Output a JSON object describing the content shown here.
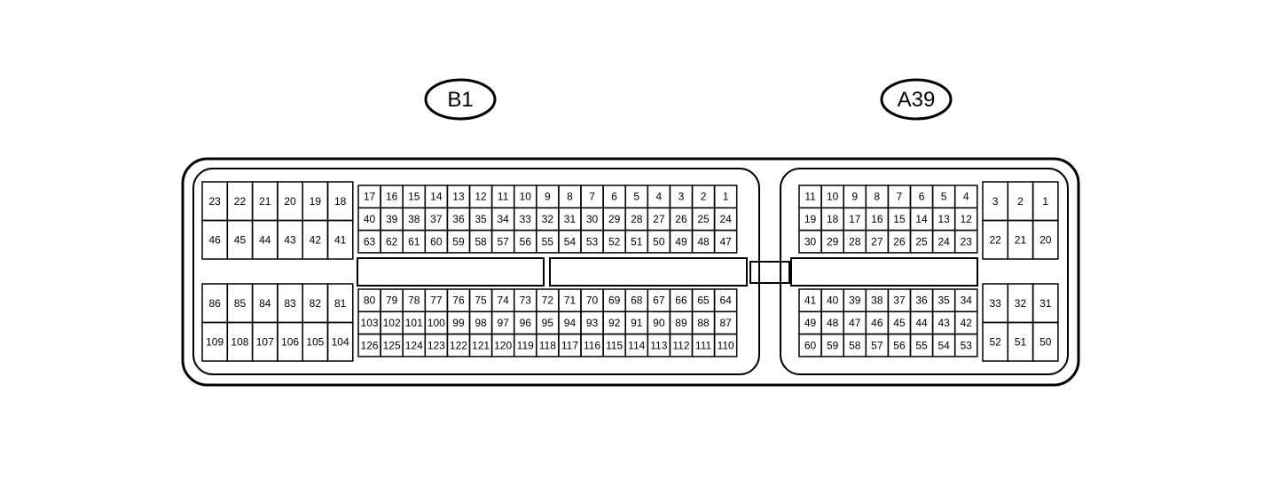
{
  "connectors": {
    "b1": {
      "label": "B1",
      "upper_left": [
        [
          "23",
          "22",
          "21",
          "20",
          "19",
          "18"
        ],
        [
          "46",
          "45",
          "44",
          "43",
          "42",
          "41"
        ]
      ],
      "upper_main": [
        [
          "17",
          "16",
          "15",
          "14",
          "13",
          "12",
          "11",
          "10",
          "9",
          "8",
          "7",
          "6",
          "5",
          "4",
          "3",
          "2",
          "1"
        ],
        [
          "40",
          "39",
          "38",
          "37",
          "36",
          "35",
          "34",
          "33",
          "32",
          "31",
          "30",
          "29",
          "28",
          "27",
          "26",
          "25",
          "24"
        ],
        [
          "63",
          "62",
          "61",
          "60",
          "59",
          "58",
          "57",
          "56",
          "55",
          "54",
          "53",
          "52",
          "51",
          "50",
          "49",
          "48",
          "47"
        ]
      ],
      "lower_left": [
        [
          "86",
          "85",
          "84",
          "83",
          "82",
          "81"
        ],
        [
          "109",
          "108",
          "107",
          "106",
          "105",
          "104"
        ]
      ],
      "lower_main": [
        [
          "80",
          "79",
          "78",
          "77",
          "76",
          "75",
          "74",
          "73",
          "72",
          "71",
          "70",
          "69",
          "68",
          "67",
          "66",
          "65",
          "64"
        ],
        [
          "103",
          "102",
          "101",
          "100",
          "99",
          "98",
          "97",
          "96",
          "95",
          "94",
          "93",
          "92",
          "91",
          "90",
          "89",
          "88",
          "87"
        ],
        [
          "126",
          "125",
          "124",
          "123",
          "122",
          "121",
          "120",
          "119",
          "118",
          "117",
          "116",
          "115",
          "114",
          "113",
          "112",
          "111",
          "110"
        ]
      ]
    },
    "a39": {
      "label": "A39",
      "upper_main": [
        [
          "11",
          "10",
          "9",
          "8",
          "7",
          "6",
          "5",
          "4"
        ],
        [
          "19",
          "18",
          "17",
          "16",
          "15",
          "14",
          "13",
          "12"
        ],
        [
          "30",
          "29",
          "28",
          "27",
          "26",
          "25",
          "24",
          "23"
        ]
      ],
      "upper_right": [
        [
          "3",
          "2",
          "1"
        ],
        [
          "22",
          "21",
          "20"
        ]
      ],
      "lower_main": [
        [
          "41",
          "40",
          "39",
          "38",
          "37",
          "36",
          "35",
          "34"
        ],
        [
          "49",
          "48",
          "47",
          "46",
          "45",
          "44",
          "43",
          "42"
        ],
        [
          "60",
          "59",
          "58",
          "57",
          "56",
          "55",
          "54",
          "53"
        ]
      ],
      "lower_right": [
        [
          "33",
          "32",
          "31"
        ],
        [
          "52",
          "51",
          "50"
        ]
      ]
    }
  }
}
